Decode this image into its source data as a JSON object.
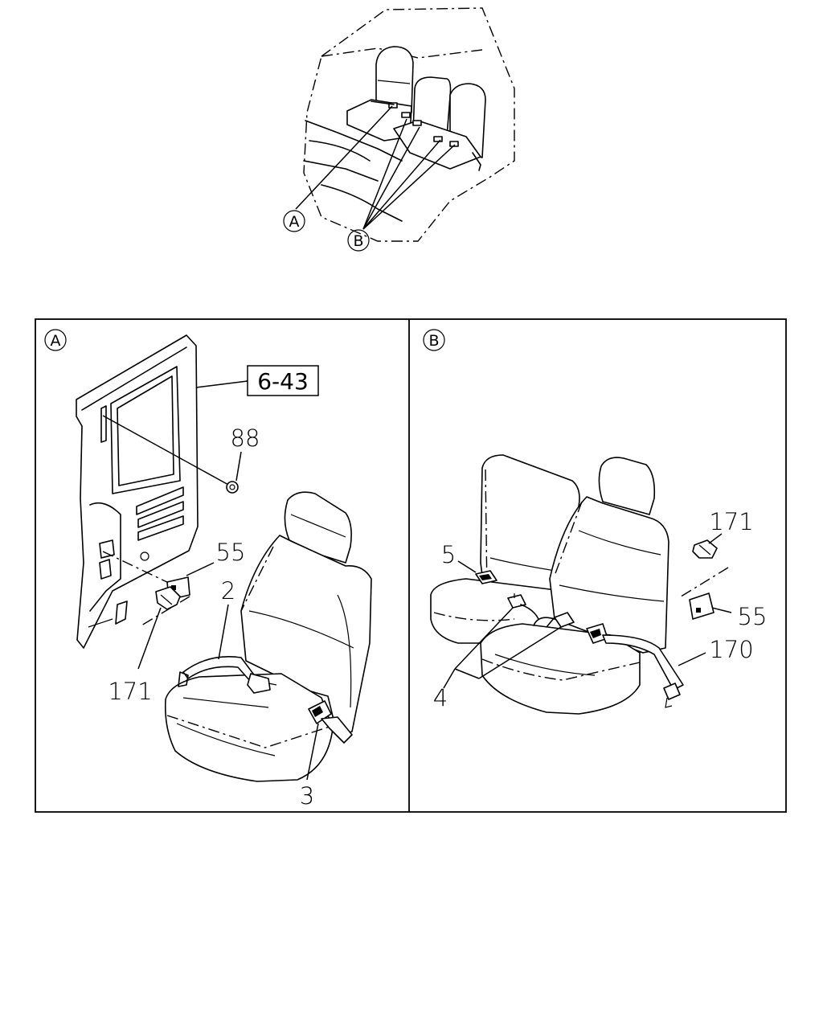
{
  "overview": {
    "callout_a": "A",
    "callout_b": "B"
  },
  "panel_a": {
    "header": "A",
    "ref_box": "6-43",
    "labels": {
      "p88": "88",
      "p55": "55",
      "p2": "2",
      "p171": "171",
      "p3": "3"
    }
  },
  "panel_b": {
    "header": "B",
    "labels": {
      "p171": "171",
      "p5": "5",
      "p55": "55",
      "p170": "170",
      "p4": "4"
    }
  }
}
